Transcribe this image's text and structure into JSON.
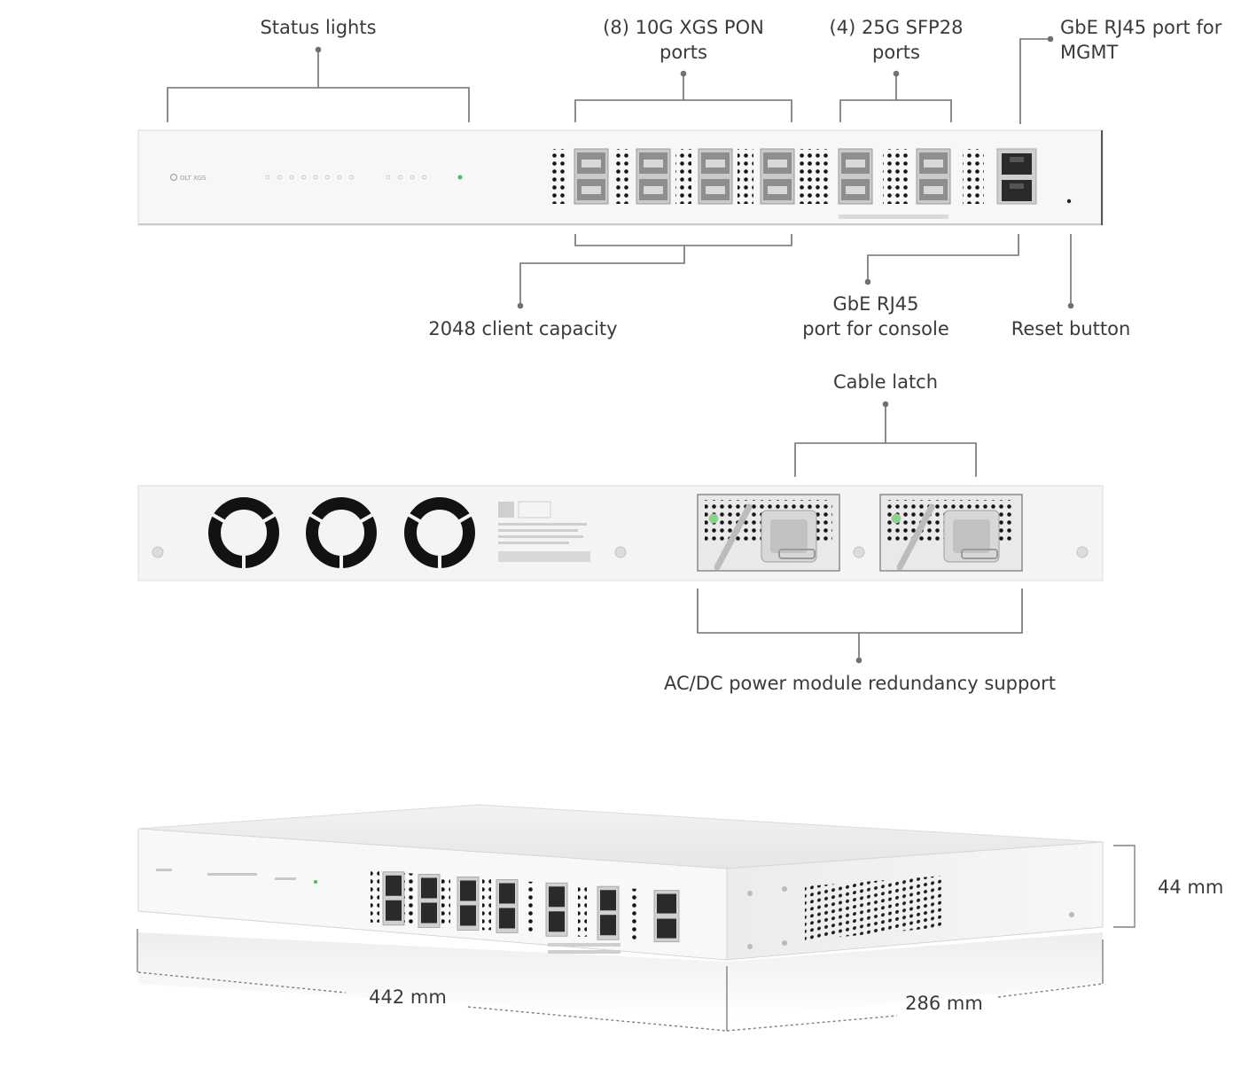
{
  "colors": {
    "panel": "#f6f6f7",
    "panel_edge": "#d4d4d6",
    "leader": "#6e6e6e",
    "hole": "#151515",
    "port_metal": "#c4c4c6",
    "led_green": "#35c759"
  },
  "front_panel": {
    "device_logo_text": "OLT XGS",
    "callouts": {
      "status_lights": "Status lights",
      "pon_ports": [
        "(8) 10G XGS PON",
        "ports"
      ],
      "sfp28_ports": [
        "(4) 25G SFP28",
        "ports"
      ],
      "mgmt_port": [
        "GbE RJ45 port for",
        "MGMT"
      ],
      "client_capacity": "2048 client capacity",
      "console_port": [
        "GbE RJ45",
        "port for console"
      ],
      "reset_button": "Reset button"
    }
  },
  "rear_panel": {
    "callouts": {
      "cable_latch": "Cable latch",
      "power_redundancy": "AC/DC power module redundancy support"
    }
  },
  "dimensions": {
    "height": "44 mm",
    "width": "442 mm",
    "depth": "286 mm"
  }
}
